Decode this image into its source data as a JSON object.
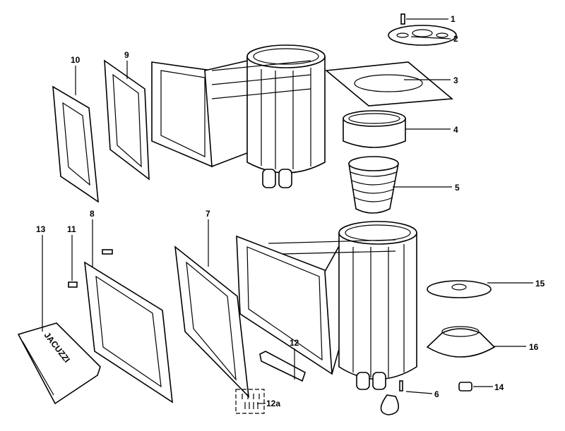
{
  "title": "Skimmer exploded parts diagram",
  "weir_logo_text": "JACUZZI",
  "callouts": {
    "c1": "1",
    "c2": "2",
    "c3": "3",
    "c4": "4",
    "c5": "5",
    "c6": "6",
    "c7": "7",
    "c8": "8",
    "c9": "9",
    "c10": "10",
    "c11": "11",
    "c12": "12",
    "c12a": "12a",
    "c13": "13",
    "c14": "14",
    "c15": "15",
    "c16": "16"
  }
}
